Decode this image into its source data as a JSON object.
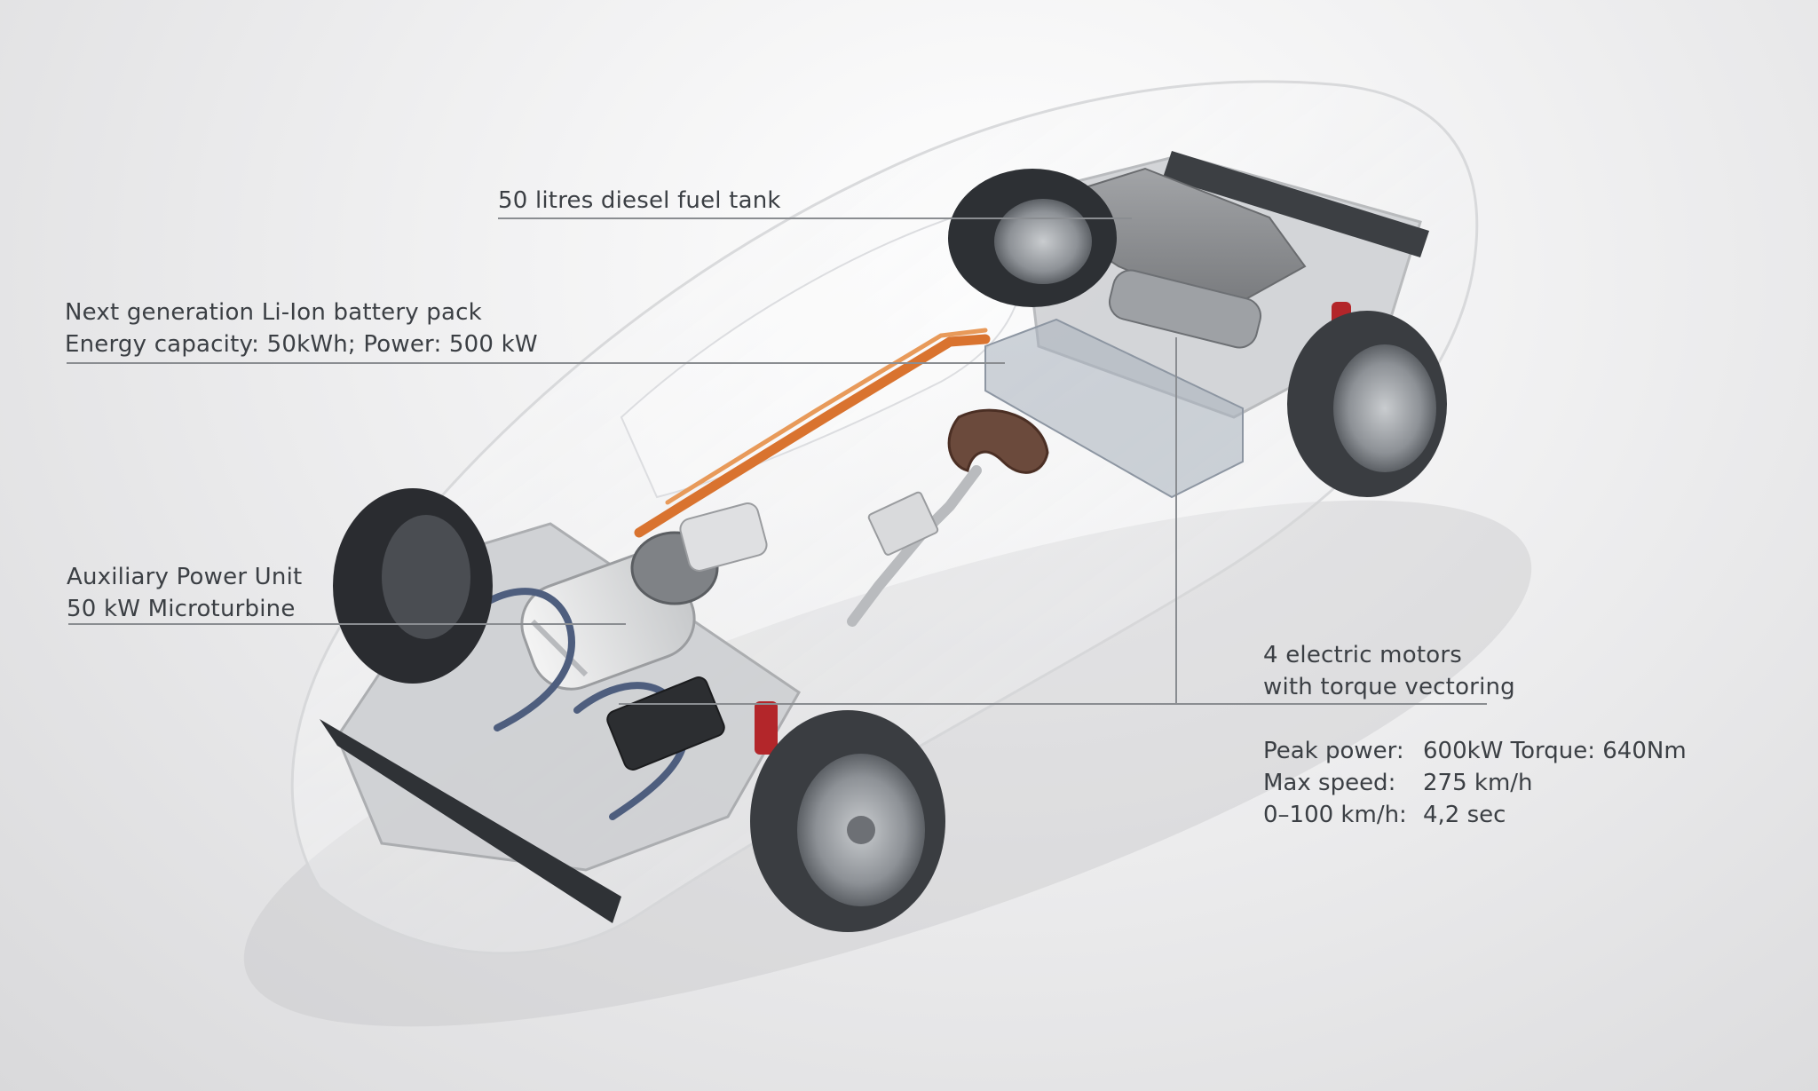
{
  "callouts": {
    "fuel_tank": "50 litres diesel fuel tank",
    "battery": {
      "line1": "Next generation Li-Ion battery pack",
      "line2": "Energy capacity: 50kWh; Power: 500 kW"
    },
    "apu": {
      "line1": "Auxiliary Power Unit",
      "line2": "50 kW Microturbine"
    },
    "motors": {
      "line1": "4 electric motors",
      "line2": "with torque vectoring"
    }
  },
  "specs": [
    {
      "key": "Peak power:",
      "value": "600kW Torque: 640Nm"
    },
    {
      "key": "Max speed:",
      "value": "275 km/h"
    },
    {
      "key": "0–100 km/h:",
      "value": "4,2 sec"
    }
  ],
  "colors": {
    "text": "#3b3f44",
    "leader_line": "#8a8d91",
    "cable_orange": "#d9732f",
    "tire": "#3a3d41",
    "chassis": "#d3d5d8"
  }
}
